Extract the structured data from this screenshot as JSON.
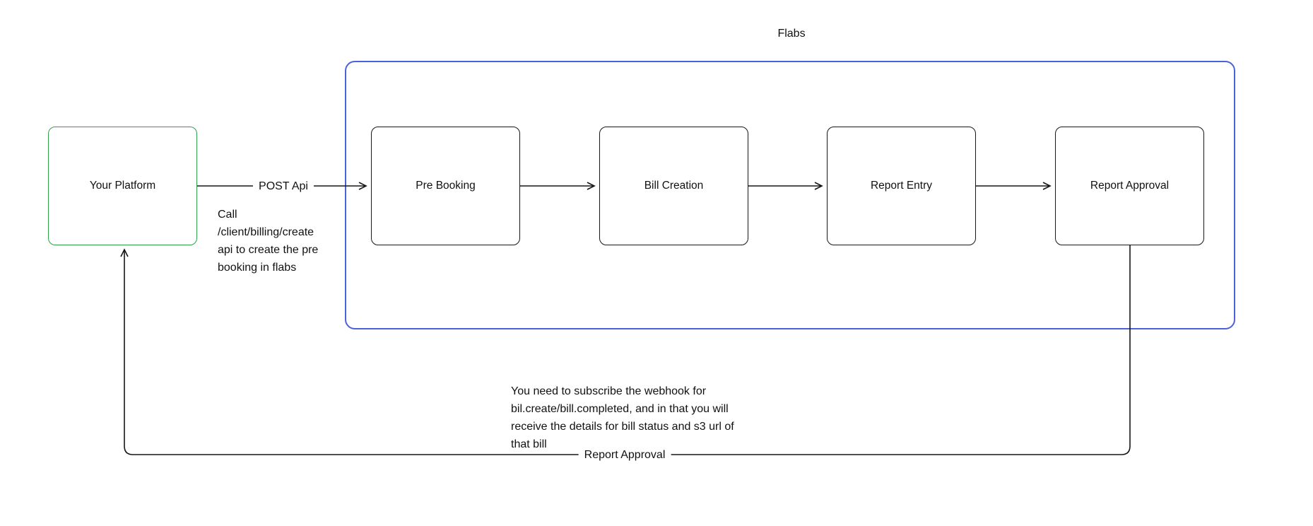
{
  "diagram": {
    "flabs_label": "Flabs",
    "nodes": {
      "your_platform": "Your Platform",
      "pre_booking": "Pre Booking",
      "bill_creation": "Bill Creation",
      "report_entry": "Report Entry",
      "report_approval": "Report Approval"
    },
    "edges": {
      "post_api_label": "POST Api",
      "report_approval_label": "Report Approval"
    },
    "annotations": {
      "call_api": {
        "lines": [
          "Call",
          "/client/billing/create",
          "api to create the pre",
          "booking in flabs"
        ]
      },
      "webhook": {
        "lines": [
          "You need to subscribe the webhook for",
          "bil.create/bill.completed, and in that you will",
          "receive the details for bill status and s3 url of",
          "that bill"
        ]
      }
    },
    "colors": {
      "platform_node_border": "#2ea24c",
      "flabs_container_border": "#4c62da",
      "flow_node_border": "#161616",
      "connector": "#161616",
      "background": "#ffffff"
    }
  }
}
